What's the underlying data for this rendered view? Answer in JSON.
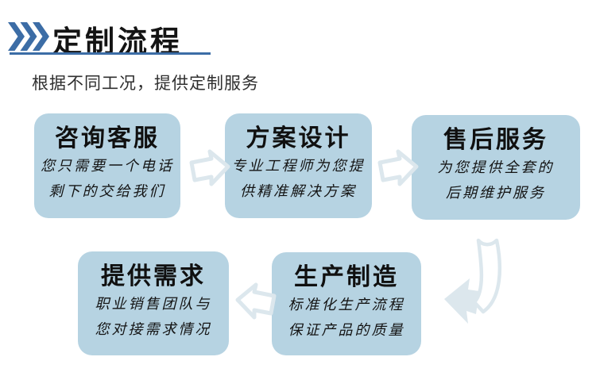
{
  "colors": {
    "accent": "#3c6da6",
    "box_fill": "#b6d3e2",
    "arrow_outline": "#dce7ed",
    "title_text": "#141414",
    "subtitle_text": "#2f2f2f"
  },
  "header": {
    "title": "定制流程",
    "chevrons_icon": "triple-chevron-right"
  },
  "subtitle": "根据不同工况，提供定制服务",
  "flow": {
    "steps": [
      {
        "title": "咨询客服",
        "desc_line1": "您只需要一个电话",
        "desc_line2": "剩下的交给我们"
      },
      {
        "title": "方案设计",
        "desc_line1": "专业工程师为您提",
        "desc_line2": "供精准解决方案"
      },
      {
        "title": "售后服务",
        "desc_line1": "为您提供全套的",
        "desc_line2": "后期维护服务"
      },
      {
        "title": "提供需求",
        "desc_line1": "职业销售团队与",
        "desc_line2": "您对接需求情况"
      },
      {
        "title": "生产制造",
        "desc_line1": "标准化生产流程",
        "desc_line2": "保证产品的质量"
      }
    ],
    "arrow_icons": {
      "top_row": "block-arrow-right",
      "bottom_row": "block-arrow-left",
      "turn": "curved-turn-down-left-arrow"
    }
  }
}
